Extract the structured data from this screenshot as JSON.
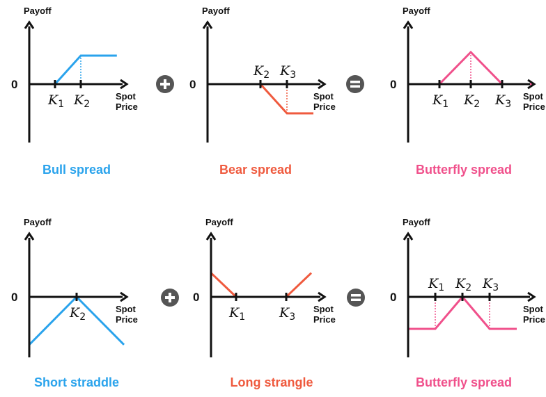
{
  "colors": {
    "blue": "#2aa3ec",
    "red": "#ef5a3e",
    "pink": "#f0508b",
    "axis": "#111111",
    "operator": "#555555"
  },
  "operators": [
    {
      "row": 0,
      "symbol": "+",
      "icon": "plus-circle-icon"
    },
    {
      "row": 0,
      "symbol": "=",
      "icon": "equals-circle-icon"
    },
    {
      "row": 1,
      "symbol": "+",
      "icon": "plus-circle-icon"
    },
    {
      "row": 1,
      "symbol": "=",
      "icon": "equals-circle-icon"
    }
  ],
  "panels": [
    {
      "id": "bull-spread",
      "title": "Bull spread",
      "color": "blue",
      "payoff_label": "Payoff",
      "zero_label": "0",
      "spot_label": [
        "Spot",
        "Price"
      ],
      "strikes": [
        {
          "name": "K",
          "sub": "1",
          "x": 1,
          "label_pos": "below"
        },
        {
          "name": "K",
          "sub": "2",
          "x": 2,
          "label_pos": "below"
        }
      ],
      "payoff_line": [
        [
          0,
          0
        ],
        [
          1,
          0
        ],
        [
          2,
          1
        ],
        [
          3.4,
          1
        ]
      ],
      "dashed": [
        {
          "x": 2,
          "from": 0,
          "to": 1
        }
      ]
    },
    {
      "id": "bear-spread",
      "title": "Bear spread",
      "color": "red",
      "payoff_label": "Payoff",
      "zero_label": "0",
      "spot_label": [
        "Spot",
        "Price"
      ],
      "strikes": [
        {
          "name": "K",
          "sub": "2",
          "x": 2,
          "label_pos": "above"
        },
        {
          "name": "K",
          "sub": "3",
          "x": 3,
          "label_pos": "above"
        }
      ],
      "payoff_line": [
        [
          0,
          0
        ],
        [
          2,
          0
        ],
        [
          3,
          -1
        ],
        [
          4,
          -1
        ]
      ],
      "dashed": [
        {
          "x": 3,
          "from": 0,
          "to": -1
        }
      ]
    },
    {
      "id": "butterfly-spread-1",
      "title": "Butterfly spread",
      "color": "pink",
      "payoff_label": "Payoff",
      "zero_label": "0",
      "spot_label": [
        "Spot",
        "Price"
      ],
      "strikes": [
        {
          "name": "K",
          "sub": "1",
          "x": 1,
          "label_pos": "below"
        },
        {
          "name": "K",
          "sub": "2",
          "x": 2,
          "label_pos": "below"
        },
        {
          "name": "K",
          "sub": "3",
          "x": 3,
          "label_pos": "below"
        }
      ],
      "payoff_line": [
        [
          0,
          0
        ],
        [
          1,
          0
        ],
        [
          2,
          1
        ],
        [
          3,
          0
        ],
        [
          4,
          0
        ]
      ],
      "dashed": [
        {
          "x": 2,
          "from": 0,
          "to": 1
        }
      ]
    },
    {
      "id": "short-straddle",
      "title": "Short straddle",
      "color": "blue",
      "payoff_label": "Payoff",
      "zero_label": "0",
      "spot_label": [
        "Spot",
        "Price"
      ],
      "strikes": [
        {
          "name": "K",
          "sub": "2",
          "x": 2,
          "label_pos": "below"
        }
      ],
      "payoff_line": [
        [
          0,
          -1.6
        ],
        [
          2,
          0
        ],
        [
          4,
          -1.6
        ]
      ],
      "dashed": []
    },
    {
      "id": "long-strangle",
      "title": "Long strangle",
      "color": "red",
      "payoff_label": "Payoff",
      "zero_label": "0",
      "spot_label": [
        "Spot",
        "Price"
      ],
      "strikes": [
        {
          "name": "K",
          "sub": "1",
          "x": 1,
          "label_pos": "below"
        },
        {
          "name": "K",
          "sub": "3",
          "x": 3,
          "label_pos": "below"
        }
      ],
      "payoff_line": [
        [
          0,
          0.8
        ],
        [
          1,
          0
        ],
        [
          3,
          0
        ],
        [
          4,
          0.8
        ]
      ],
      "dashed": []
    },
    {
      "id": "butterfly-spread-2",
      "title": "Butterfly spread",
      "color": "pink",
      "payoff_label": "Payoff",
      "zero_label": "0",
      "spot_label": [
        "Spot",
        "Price"
      ],
      "strikes": [
        {
          "name": "K",
          "sub": "1",
          "x": 1,
          "label_pos": "above"
        },
        {
          "name": "K",
          "sub": "2",
          "x": 2,
          "label_pos": "above"
        },
        {
          "name": "K",
          "sub": "3",
          "x": 3,
          "label_pos": "above"
        }
      ],
      "payoff_line": [
        [
          0,
          -1
        ],
        [
          1,
          -1
        ],
        [
          2,
          0
        ],
        [
          3,
          -1
        ],
        [
          4,
          -1
        ]
      ],
      "dashed": [
        {
          "x": 1,
          "from": 0,
          "to": -1
        },
        {
          "x": 3,
          "from": 0,
          "to": -1
        }
      ]
    }
  ]
}
